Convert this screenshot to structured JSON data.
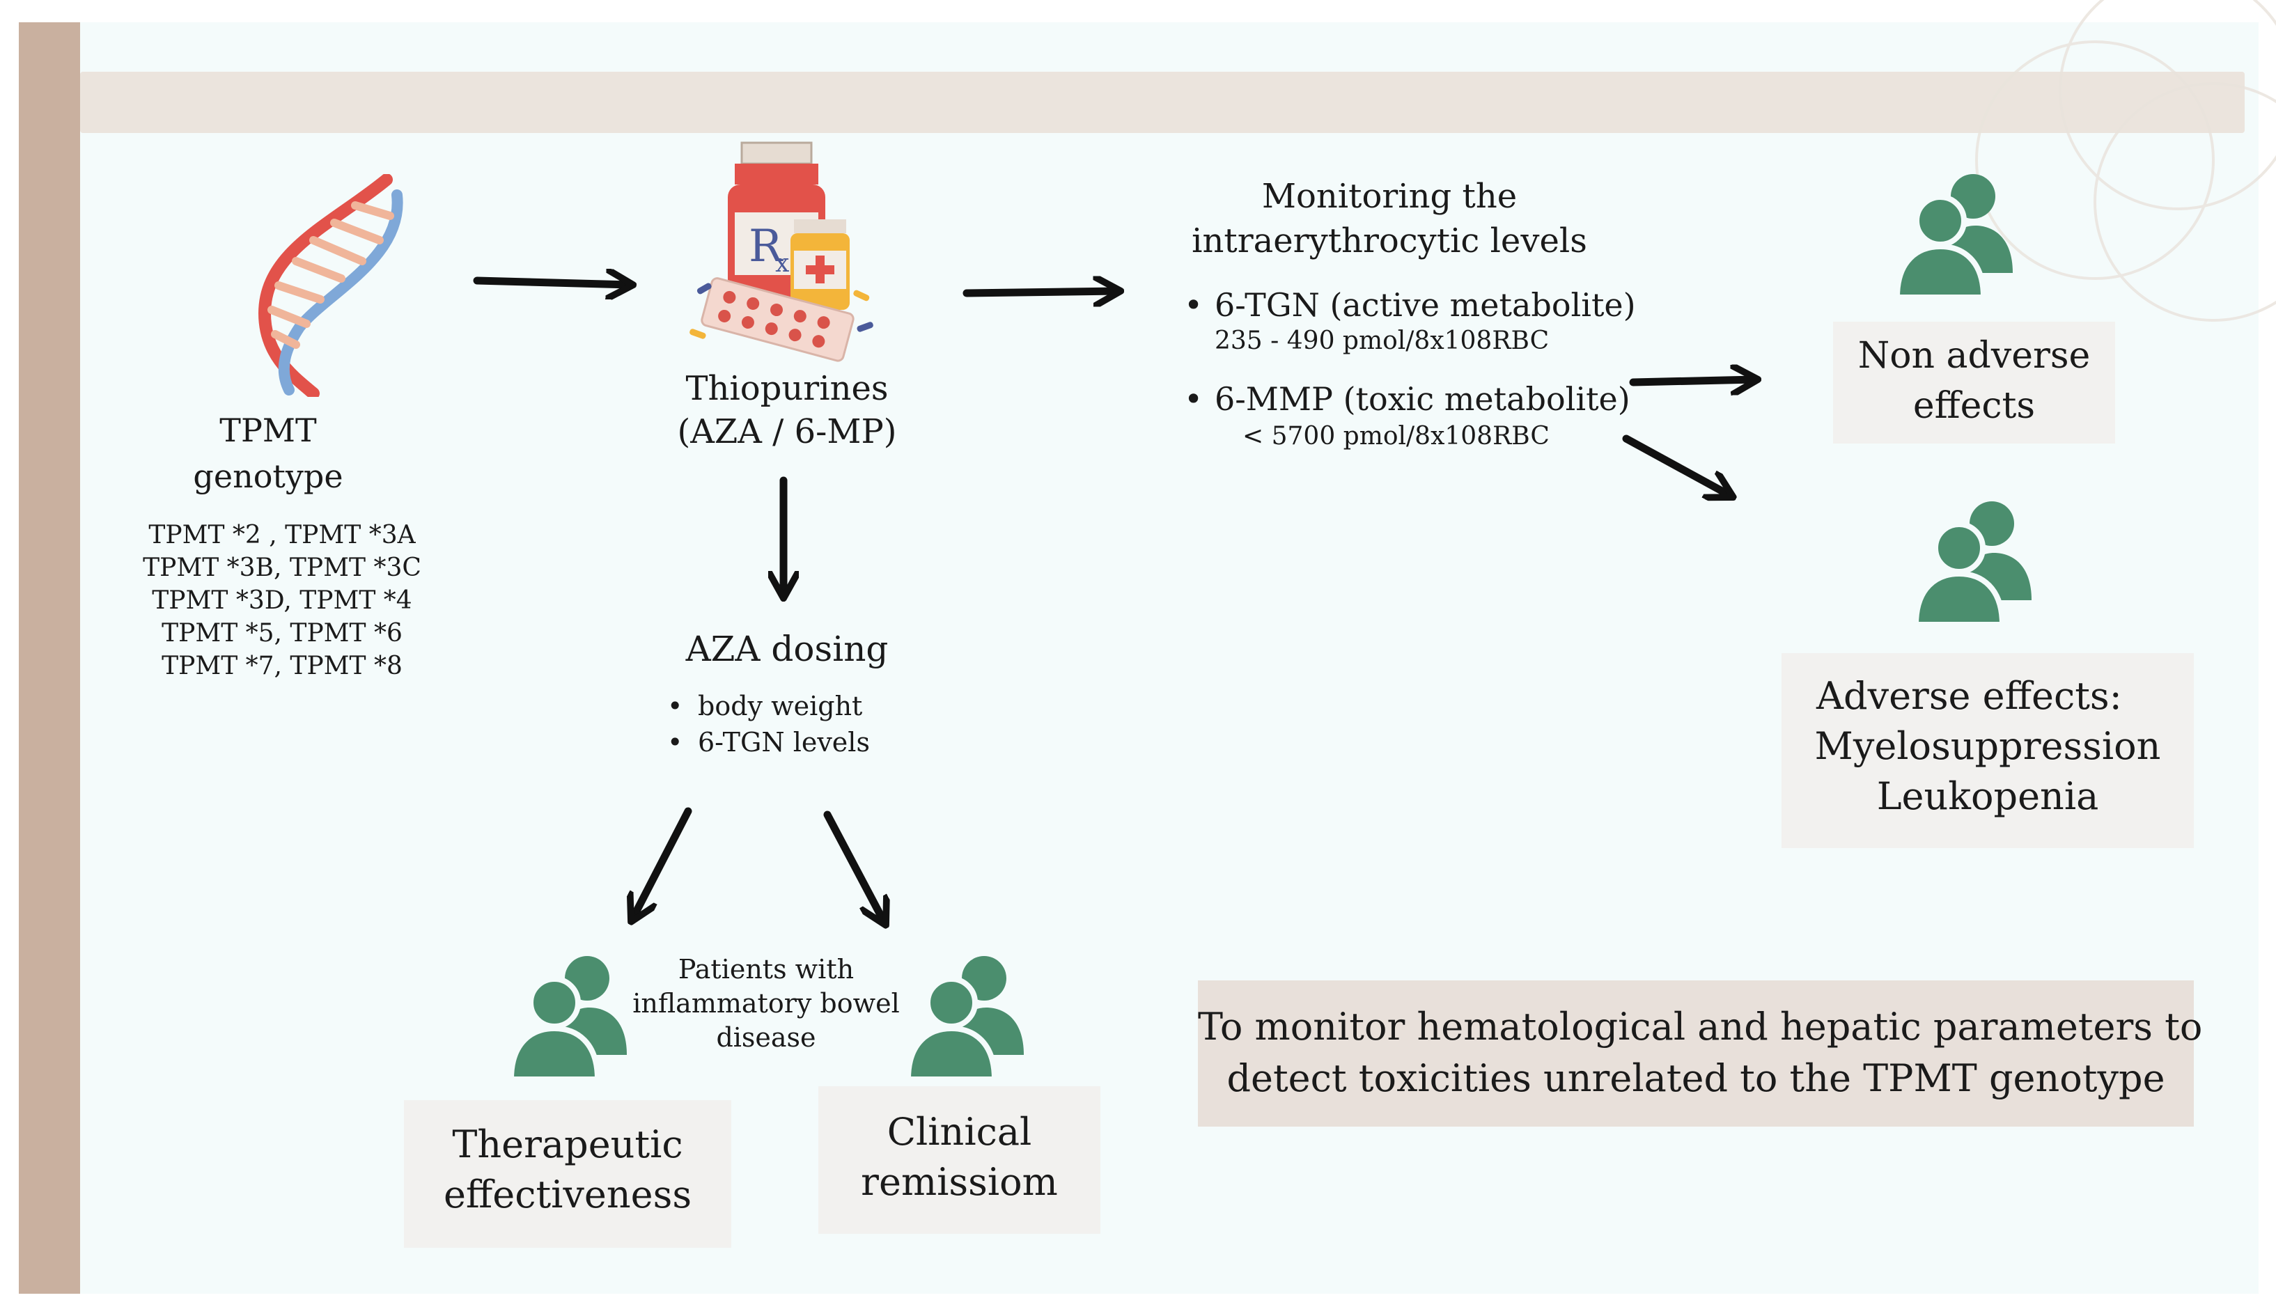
{
  "colors": {
    "sidebar": "#c9b09f",
    "background": "#f4fbfb",
    "top_band": "#ebe4dd",
    "person_icon": "#4b8e6e",
    "label_box": "#f2f1ef",
    "note_box": "#e8e0da"
  },
  "icons": [
    "dna-icon",
    "medicine-bottle-icon",
    "people-icon"
  ],
  "genotype": {
    "title": "TPMT genotype",
    "variants": [
      "TPMT *2 , TPMT *3A",
      "TPMT *3B, TPMT *3C",
      "TPMT *3D, TPMT *4",
      "TPMT *5, TPMT *6",
      "TPMT *7, TPMT *8"
    ]
  },
  "drug": {
    "name": "Thiopurines",
    "abbrev": "(AZA / 6-MP)"
  },
  "monitoring": {
    "title_line1": "Monitoring the",
    "title_line2": "intraerythrocytic levels",
    "tgn_label": "6-TGN (active metabolite)",
    "tgn_range": "235 - 490 pmol/8x108RBC",
    "mmp_label": "6-MMP (toxic metabolite)",
    "mmp_range": "< 5700 pmol/8x108RBC"
  },
  "outcomes": {
    "non_adverse_line1": "Non adverse",
    "non_adverse_line2": "effects",
    "adverse_line1": "Adverse effects:",
    "adverse_line2": "Myelosuppression",
    "adverse_line3": "Leukopenia"
  },
  "dosing": {
    "title": "AZA dosing",
    "items": [
      "body weight",
      "6-TGN levels"
    ]
  },
  "patients": {
    "line1": "Patients with",
    "line2": "inflammatory bowel",
    "line3": "disease"
  },
  "results": {
    "therapeutic_line1": "Therapeutic",
    "therapeutic_line2": "effectiveness",
    "clinical_line1": "Clinical",
    "clinical_line2": "remissiom"
  },
  "note": {
    "line1": "To monitor hematological and hepatic parameters to",
    "line2": "detect toxicities unrelated to the TPMT genotype"
  }
}
